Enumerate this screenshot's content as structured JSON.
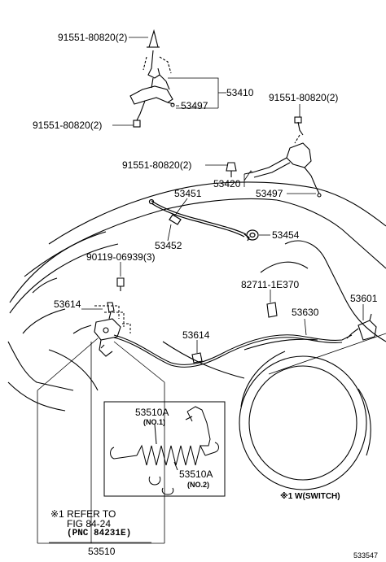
{
  "labels": {
    "p91551_a": "91551-80820(2)",
    "p53410": "53410",
    "p53497_a": "53497",
    "p91551_b": "91551-80820(2)",
    "p91551_c": "91551-80820(2)",
    "p91551_d": "91551-80820(2)",
    "p53420": "53420",
    "p53497_b": "53497",
    "p53451": "53451",
    "p53454": "53454",
    "p53452": "53452",
    "p90119": "90119-06939(3)",
    "p82711": "82711-1E370",
    "p53614_a": "53614",
    "p53630": "53630",
    "p53601": "53601",
    "p53614_b": "53614",
    "p53510A_1": "53510A",
    "no1": "(NO.1)",
    "p53510A_2": "53510A",
    "no2": "(NO.2)",
    "switch_note": "※1 W(SWITCH)",
    "refer_1": "※1 REFER TO",
    "refer_2": "FIG 84-24",
    "refer_3": "(PNC 84231E)",
    "p53510": "53510",
    "diagram_id": "533547"
  },
  "colors": {
    "line": "#000000",
    "background": "#ffffff"
  }
}
